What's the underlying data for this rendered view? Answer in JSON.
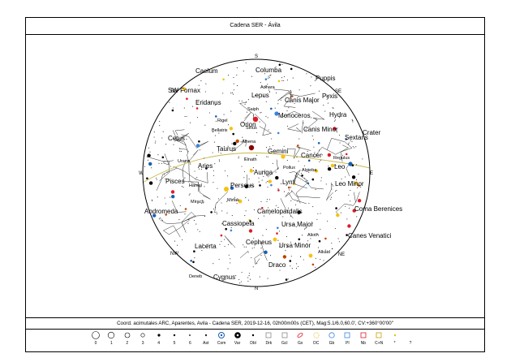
{
  "title": "Cadena SER - Ávila",
  "caption": "Coord. acimutales ARC, Aparentes, Avila - Cadena SER, 2019-12-16, 02h00m00s (CET), Mag:5.1/6.0,60.0', CV:+360°00'00\"",
  "directions": [
    "S",
    "SE",
    "E",
    "NE",
    "N",
    "NW",
    "W",
    "SW"
  ],
  "constellations": [
    "Caelum",
    "Columba",
    "Puppis",
    "SW Fornax",
    "Lepus",
    "Canis Major",
    "Pyxis",
    "Eridanus",
    "Hydra",
    "Monoceros",
    "Orion",
    "Canis Minor",
    "Crater",
    "Cetus",
    "Sextans",
    "Taurus",
    "Gemini",
    "Cancer",
    "Leo",
    "Aries",
    "Lynx",
    "Leo Minor",
    "Pisces",
    "Auriga",
    "Perseus",
    "Andromeda",
    "Camelopardalis",
    "Coma Berenices",
    "Cassiopeia",
    "Ursa Major",
    "Canes Venatici",
    "Cepheus",
    "Ursa Minor",
    "Lacerta",
    "Draco",
    "Cygnus"
  ],
  "stars": [
    "Adhara",
    "Saiph",
    "Rigel",
    "Bellatrix",
    "Sirius",
    "Alhena",
    "Elnath",
    "Pollux",
    "Regulus",
    "Algieba",
    "Urano",
    "Hamal",
    "Mirach",
    "Mirfak",
    "Alioth",
    "Alkaid",
    "Deneb"
  ],
  "legend": [
    {
      "label": "0",
      "icon": "mag-0-circle-icon"
    },
    {
      "label": "1",
      "icon": "mag-1-circle-icon"
    },
    {
      "label": "2",
      "icon": "mag-2-circle-icon"
    },
    {
      "label": "3",
      "icon": "mag-3-circle-icon"
    },
    {
      "label": "4",
      "icon": "mag-4-dot-icon"
    },
    {
      "label": "5",
      "icon": "mag-5-dot-icon"
    },
    {
      "label": "6",
      "icon": "mag-6-dot-icon"
    },
    {
      "label": "Ast",
      "icon": "asteroid-icon"
    },
    {
      "label": "Com",
      "icon": "comet-icon"
    },
    {
      "label": "Var",
      "icon": "variable-star-icon"
    },
    {
      "label": "Dbl",
      "icon": "double-star-icon"
    },
    {
      "label": "Drk",
      "icon": "dark-nebula-icon"
    },
    {
      "label": "Gcl",
      "icon": "galaxy-cluster-icon"
    },
    {
      "label": "Gx",
      "icon": "galaxy-icon"
    },
    {
      "label": "OC",
      "icon": "open-cluster-icon"
    },
    {
      "label": "Gb",
      "icon": "globular-cluster-icon"
    },
    {
      "label": "Pl",
      "icon": "planetary-nebula-icon"
    },
    {
      "label": "Nb",
      "icon": "nebula-icon"
    },
    {
      "label": "C+N",
      "icon": "cluster-nebula-icon"
    },
    {
      "label": "*",
      "icon": "star-icon"
    },
    {
      "label": "?",
      "icon": "unknown-icon"
    }
  ],
  "colors": {
    "horizon": "#000000",
    "ecliptic": "#c8b94a",
    "constellation_lines": "#2a2a2a",
    "label": "#000000"
  }
}
